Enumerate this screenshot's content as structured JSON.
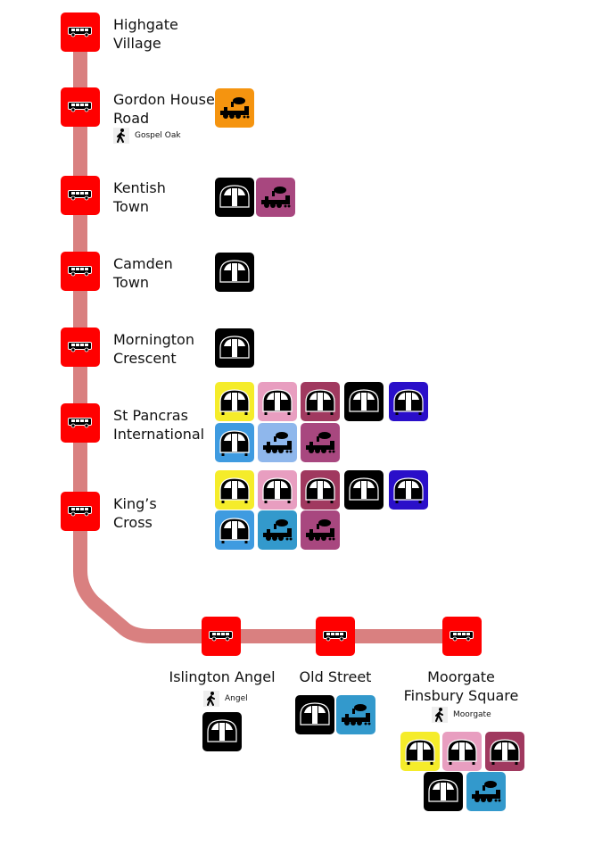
{
  "title": "Bus route map",
  "route_color": "#d98080",
  "stop_color": "#ff0000",
  "stops": [
    {
      "name_lines": [
        "Highgate",
        "Village"
      ],
      "walk": null,
      "connections": []
    },
    {
      "name_lines": [
        "Gordon House",
        "Road"
      ],
      "walk": "Gospel Oak",
      "connections": [
        {
          "type": "rail",
          "color": "#f5940f"
        }
      ]
    },
    {
      "name_lines": [
        "Kentish",
        "Town"
      ],
      "walk": null,
      "connections": [
        {
          "type": "tube",
          "color": "#000000"
        },
        {
          "type": "rail",
          "color": "#a8477f"
        }
      ]
    },
    {
      "name_lines": [
        "Camden",
        "Town"
      ],
      "walk": null,
      "connections": [
        {
          "type": "tube",
          "color": "#000000"
        }
      ]
    },
    {
      "name_lines": [
        "Mornington",
        "Crescent"
      ],
      "walk": null,
      "connections": [
        {
          "type": "tube",
          "color": "#000000"
        }
      ]
    },
    {
      "name_lines": [
        "St Pancras",
        "International"
      ],
      "walk": null,
      "connections": [
        {
          "type": "tube",
          "color": "#f5ec2a"
        },
        {
          "type": "tube",
          "color": "#e89ec0"
        },
        {
          "type": "tube",
          "color": "#a0395f"
        },
        {
          "type": "tube",
          "color": "#000000"
        },
        {
          "type": "tube",
          "color": "#2a0fc9"
        },
        {
          "type": "tube",
          "color": "#3f9be0"
        },
        {
          "type": "rail",
          "color": "#8fb7ec"
        },
        {
          "type": "rail",
          "color": "#a8477f"
        }
      ]
    },
    {
      "name_lines": [
        "King’s",
        "Cross"
      ],
      "walk": null,
      "connections": [
        {
          "type": "tube",
          "color": "#f5ec2a"
        },
        {
          "type": "tube",
          "color": "#e89ec0"
        },
        {
          "type": "tube",
          "color": "#a0395f"
        },
        {
          "type": "tube",
          "color": "#000000"
        },
        {
          "type": "tube",
          "color": "#2a0fc9"
        },
        {
          "type": "tube",
          "color": "#3f9be0"
        },
        {
          "type": "rail",
          "color": "#3399cc"
        },
        {
          "type": "rail",
          "color": "#a8477f"
        }
      ]
    },
    {
      "name_lines": [
        "Islington Angel"
      ],
      "walk": "Angel",
      "connections": [
        {
          "type": "tube",
          "color": "#000000"
        }
      ]
    },
    {
      "name_lines": [
        "Old Street"
      ],
      "walk": null,
      "connections": [
        {
          "type": "tube",
          "color": "#000000"
        },
        {
          "type": "rail",
          "color": "#3399cc"
        }
      ]
    },
    {
      "name_lines": [
        "Moorgate",
        "Finsbury Square"
      ],
      "walk": "Moorgate",
      "connections": [
        {
          "type": "tube",
          "color": "#f5ec2a"
        },
        {
          "type": "tube",
          "color": "#e89ec0"
        },
        {
          "type": "tube",
          "color": "#a0395f"
        },
        {
          "type": "tube",
          "color": "#000000"
        },
        {
          "type": "rail",
          "color": "#3399cc"
        }
      ]
    }
  ]
}
